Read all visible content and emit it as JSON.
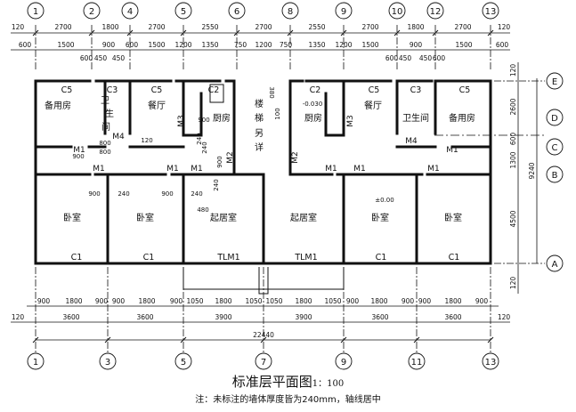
{
  "title": "标准层平面图",
  "scale": "1：100",
  "note": "注：未标注的墙体厚度皆为240mm，轴线居中",
  "axes_top": [
    "1",
    "2",
    "4",
    "5",
    "6",
    "8",
    "9",
    "10",
    "12",
    "13"
  ],
  "axes_bottom": [
    "1",
    "3",
    "5",
    "7",
    "9",
    "11",
    "13"
  ],
  "axes_right": [
    "E",
    "D",
    "C",
    "B",
    "A"
  ],
  "dims": {
    "top1": [
      "120",
      "2700",
      "1800",
      "2700",
      "2550",
      "2700",
      "2550",
      "2700",
      "1800",
      "2700",
      "120"
    ],
    "top2": [
      "600",
      "1500",
      "600",
      "450",
      "900",
      "450",
      "600",
      "1500",
      "1200",
      "1350",
      "750",
      "1200",
      "750",
      "1350",
      "1200",
      "1500",
      "600",
      "450",
      "900",
      "450",
      "600",
      "1500",
      "600"
    ],
    "bottom1": [
      "900",
      "1800",
      "900",
      "900",
      "1800",
      "900",
      "1050",
      "1800",
      "1050",
      "1050",
      "1800",
      "1050",
      "900",
      "1800",
      "900",
      "900",
      "1800",
      "900"
    ],
    "bottom2": [
      "120",
      "3600",
      "3600",
      "3900",
      "3900",
      "3600",
      "3600",
      "120"
    ],
    "bottom_total": "22440",
    "right": [
      "120",
      "2600",
      "600",
      "1300",
      "4500",
      "120"
    ],
    "right_total": "9240"
  },
  "rooms": {
    "backup_left": "备用房",
    "wei": "卫",
    "sheng": "生",
    "jian": "间",
    "dining_left": "餐厅",
    "kitchen_left": "厨房",
    "stair": [
      "楼",
      "梯",
      "另",
      "详"
    ],
    "kitchen_right": "厨房",
    "dining_right": "餐厅",
    "bath_right": "卫生间",
    "backup_right": "备用房",
    "bedroom1": "卧室",
    "bedroom2": "卧室",
    "living_left": "起居室",
    "living_right": "起居室",
    "bedroom3": "卧室",
    "bedroom4": "卧室"
  },
  "windows": {
    "c5a": "C5",
    "c3a": "C3",
    "c5b": "C5",
    "c2a": "C2",
    "c2b": "C2",
    "c5c": "C5",
    "c3b": "C3",
    "c5d": "C5",
    "c1a": "C1",
    "c1b": "C1",
    "tlm1a": "TLM1",
    "tlm1b": "TLM1",
    "c1c": "C1",
    "c1d": "C1"
  },
  "doors": {
    "m1_a": "M1",
    "m4_a": "M4",
    "m3_a": "M3",
    "m1_b": "M1",
    "m1_c": "M1",
    "m1_d": "M1",
    "m2_a": "M2",
    "m2_b": "M2",
    "m1_e": "M1",
    "m1_f": "M1",
    "m1_g": "M1",
    "m3_b": "M3",
    "m4_b": "M4",
    "m1_h": "M1"
  },
  "notes_inner": {
    "n900a": "900",
    "n800a": "800",
    "n800b": "800",
    "n120": "120",
    "n900b": "900",
    "n240a": "240",
    "n900c": "900",
    "n240b": "240",
    "n900d": "900",
    "n240c": "240",
    "n240d": "240",
    "n480": "480",
    "n380": "380",
    "n100": "100",
    "n900e": "900",
    "n240e": "240",
    "n900f": "900",
    "elev1": "-0.030",
    "elev2": "±0.00"
  }
}
